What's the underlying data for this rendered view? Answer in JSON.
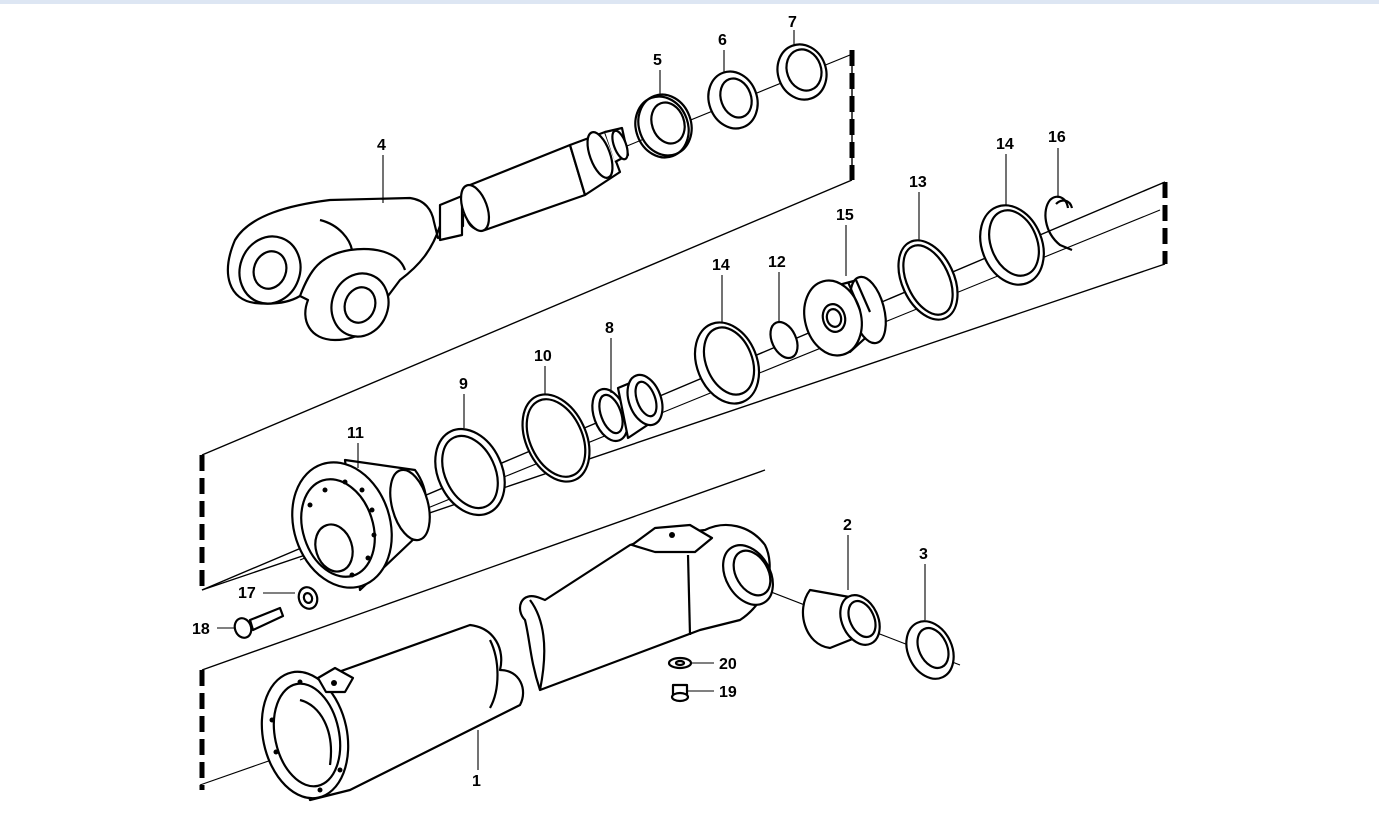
{
  "diagram": {
    "labels": {
      "p1": "1",
      "p2": "2",
      "p3": "3",
      "p4": "4",
      "p5": "5",
      "p6": "6",
      "p7": "7",
      "p8": "8",
      "p9": "9",
      "p10": "10",
      "p11": "11",
      "p12": "12",
      "p13": "13",
      "p14a": "14",
      "p14b": "14",
      "p15": "15",
      "p16": "16",
      "p17": "17",
      "p18": "18",
      "p19": "19",
      "p20": "20"
    },
    "line_color": "#000000",
    "background": "#ffffff",
    "accent_bar": "#dde6f3"
  }
}
